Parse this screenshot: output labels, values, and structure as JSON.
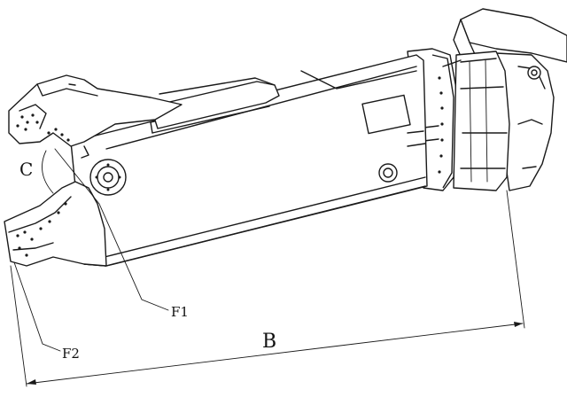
{
  "labels": {
    "c": "C",
    "f1": "F1",
    "f2": "F2",
    "b": "B"
  },
  "colors": {
    "line": "#1a1a1a",
    "background": "#ffffff"
  }
}
